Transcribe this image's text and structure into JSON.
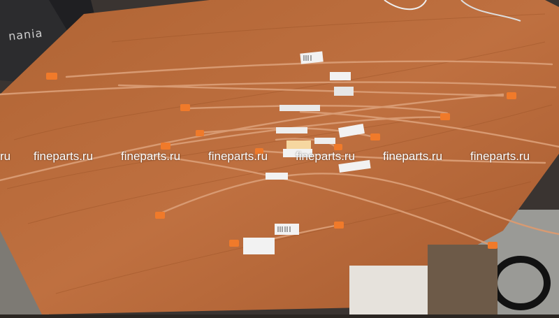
{
  "photo": {
    "subject": "copper-brake-lines-on-table",
    "chair_brand": "nania",
    "watermark": "fineparts.ru",
    "watermark_first_partial": "ru",
    "colors": {
      "table": "#b5683a",
      "table_dark": "#8e4a26",
      "floor": "#8a8a86",
      "tube": "#d89a72",
      "tube_shadow": "#8b4a2a",
      "cap": "#f07a2a",
      "label": "#f2f2f2"
    }
  }
}
